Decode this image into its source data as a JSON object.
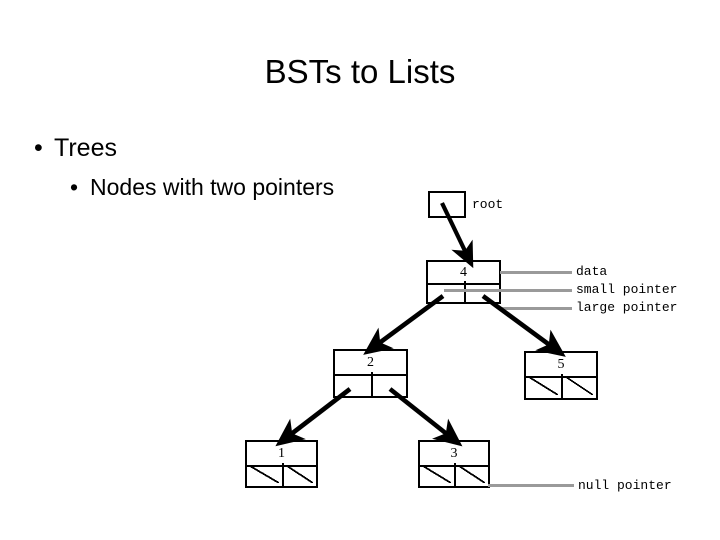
{
  "slide": {
    "title": "BSTs to Lists",
    "bullets": [
      {
        "level": 1,
        "marker": "•",
        "text": "Trees"
      },
      {
        "level": 2,
        "marker": "•",
        "text": "Nodes with two pointers"
      }
    ]
  },
  "diagram": {
    "root_label": "root",
    "annotations": [
      {
        "text": "data"
      },
      {
        "text": "small pointer"
      },
      {
        "text": "large pointer"
      },
      {
        "text": "null pointer"
      }
    ],
    "nodes": [
      {
        "id": "n4",
        "value": "4",
        "left_null": false,
        "right_null": false
      },
      {
        "id": "n2",
        "value": "2",
        "left_null": false,
        "right_null": false
      },
      {
        "id": "n5",
        "value": "5",
        "left_null": true,
        "right_null": true
      },
      {
        "id": "n1",
        "value": "1",
        "left_null": true,
        "right_null": true
      },
      {
        "id": "n3",
        "value": "3",
        "left_null": true,
        "right_null": true
      }
    ],
    "edges": [
      {
        "from": "root",
        "to": "n4"
      },
      {
        "from": "n4",
        "to": "n2"
      },
      {
        "from": "n4",
        "to": "n5"
      },
      {
        "from": "n2",
        "to": "n1"
      },
      {
        "from": "n2",
        "to": "n3"
      }
    ]
  },
  "colors": {
    "background": "#ffffff",
    "ink": "#000000",
    "leader_line": "#9a9a9a"
  }
}
